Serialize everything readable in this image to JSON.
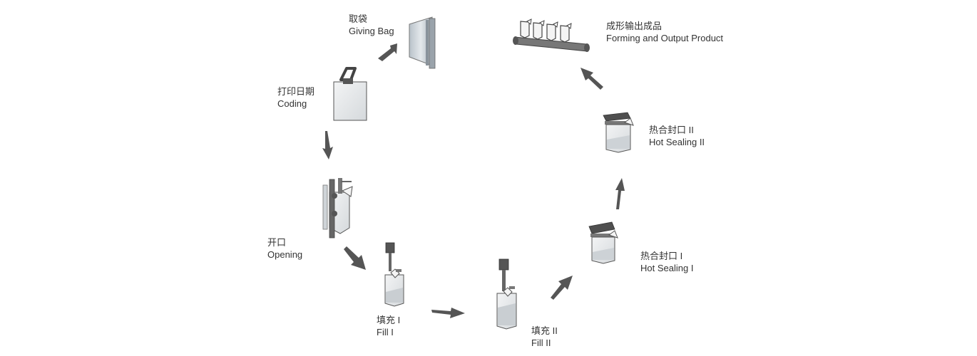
{
  "steps": {
    "giving_bag": {
      "zh": "取袋",
      "en": "Giving Bag"
    },
    "coding": {
      "zh": "打印日期",
      "en": "Coding"
    },
    "opening": {
      "zh": "开口",
      "en": "Opening"
    },
    "fill_1": {
      "zh": "填充 I",
      "en": "Fill  I"
    },
    "fill_2": {
      "zh": "填充 II",
      "en": "Fill  II"
    },
    "hot_sealing_1": {
      "zh": "热合封口 I",
      "en": "Hot Sealing  I"
    },
    "hot_sealing_2": {
      "zh": "热合封口 II",
      "en": "Hot Sealing  II"
    },
    "output": {
      "zh": "成形输出成品",
      "en": "Forming and Output Product"
    }
  },
  "colors": {
    "arrow": "#555555",
    "machine": "#666666",
    "machine_dark": "#444444",
    "bag_fill": "#e3e6e8",
    "bag_edge": "#555555",
    "glass": "#cdd4da"
  },
  "icons": [
    "flow-arrow-icon",
    "bag-icon",
    "spout-icon",
    "nozzle-icon",
    "sealer-icon",
    "conveyor-icon"
  ]
}
